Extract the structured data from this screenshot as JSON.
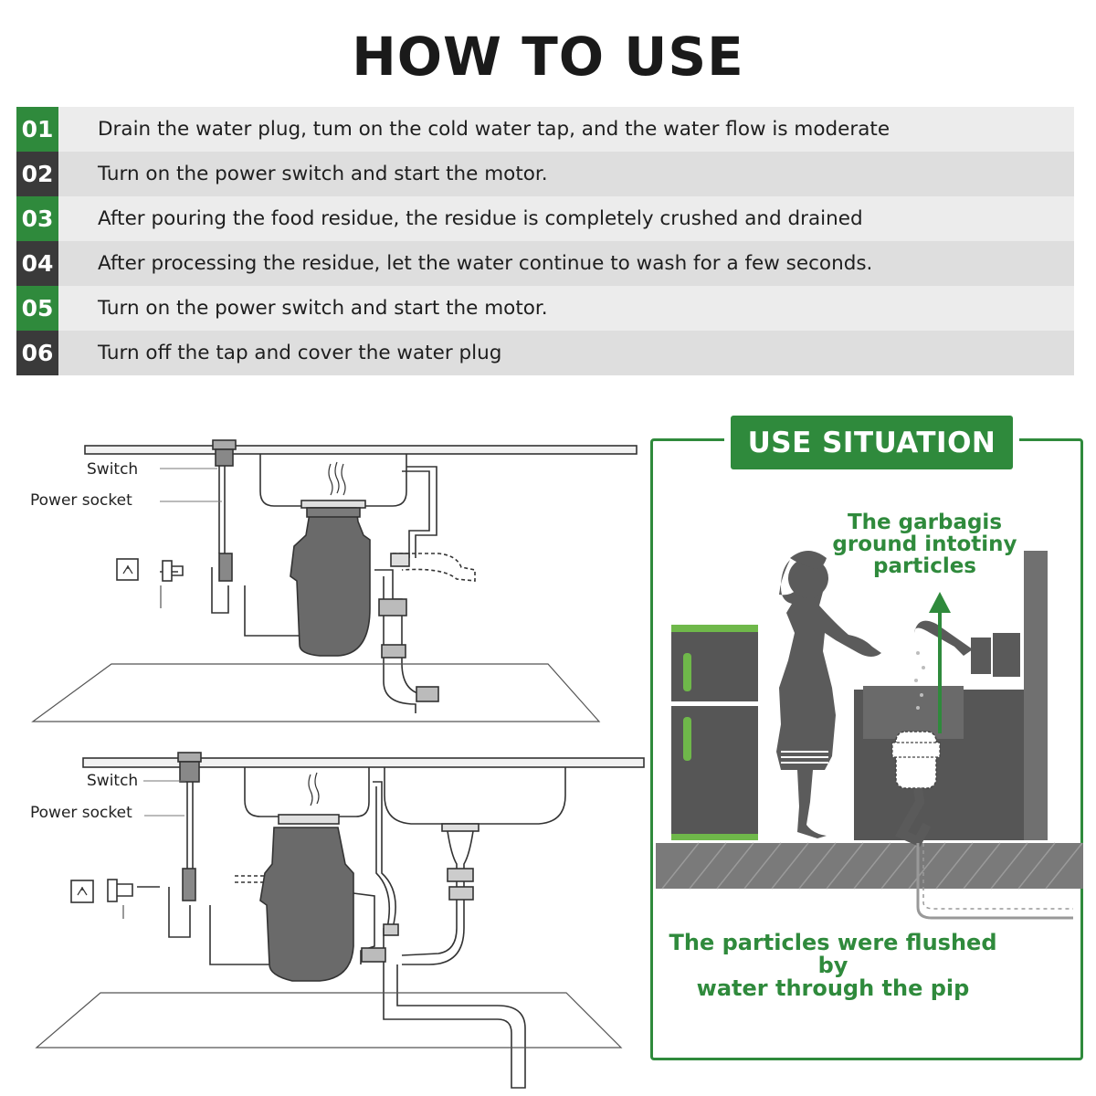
{
  "title": "HOW TO USE",
  "steps": [
    {
      "num": "01",
      "text": "Drain the water plug, tum on the cold water tap, and the water flow is moderate"
    },
    {
      "num": "02",
      "text": "Turn on the power switch and start the motor."
    },
    {
      "num": "03",
      "text": "After pouring the food residue, the residue is completely crushed and drained"
    },
    {
      "num": "04",
      "text": "After processing the residue, let the water continue to wash for a few seconds."
    },
    {
      "num": "05",
      "text": "Turn on the power switch and start the motor."
    },
    {
      "num": "06",
      "text": "Turn off the tap and cover the water plug"
    }
  ],
  "diagram_top": {
    "switch_label": "Switch",
    "socket_label": "Power socket"
  },
  "diagram_bottom": {
    "switch_label": "Switch",
    "socket_label": "Power socket"
  },
  "situation": {
    "badge": "USE SITUATION",
    "top_note": [
      "The garbagis",
      "ground intotiny",
      "particles"
    ],
    "bottom_note": [
      "The particles were flushed by",
      "water through the pip"
    ]
  },
  "colors": {
    "accent_green": "#2f8a3c",
    "dark": "#3a3a3a",
    "scene_gray": "#565656"
  }
}
